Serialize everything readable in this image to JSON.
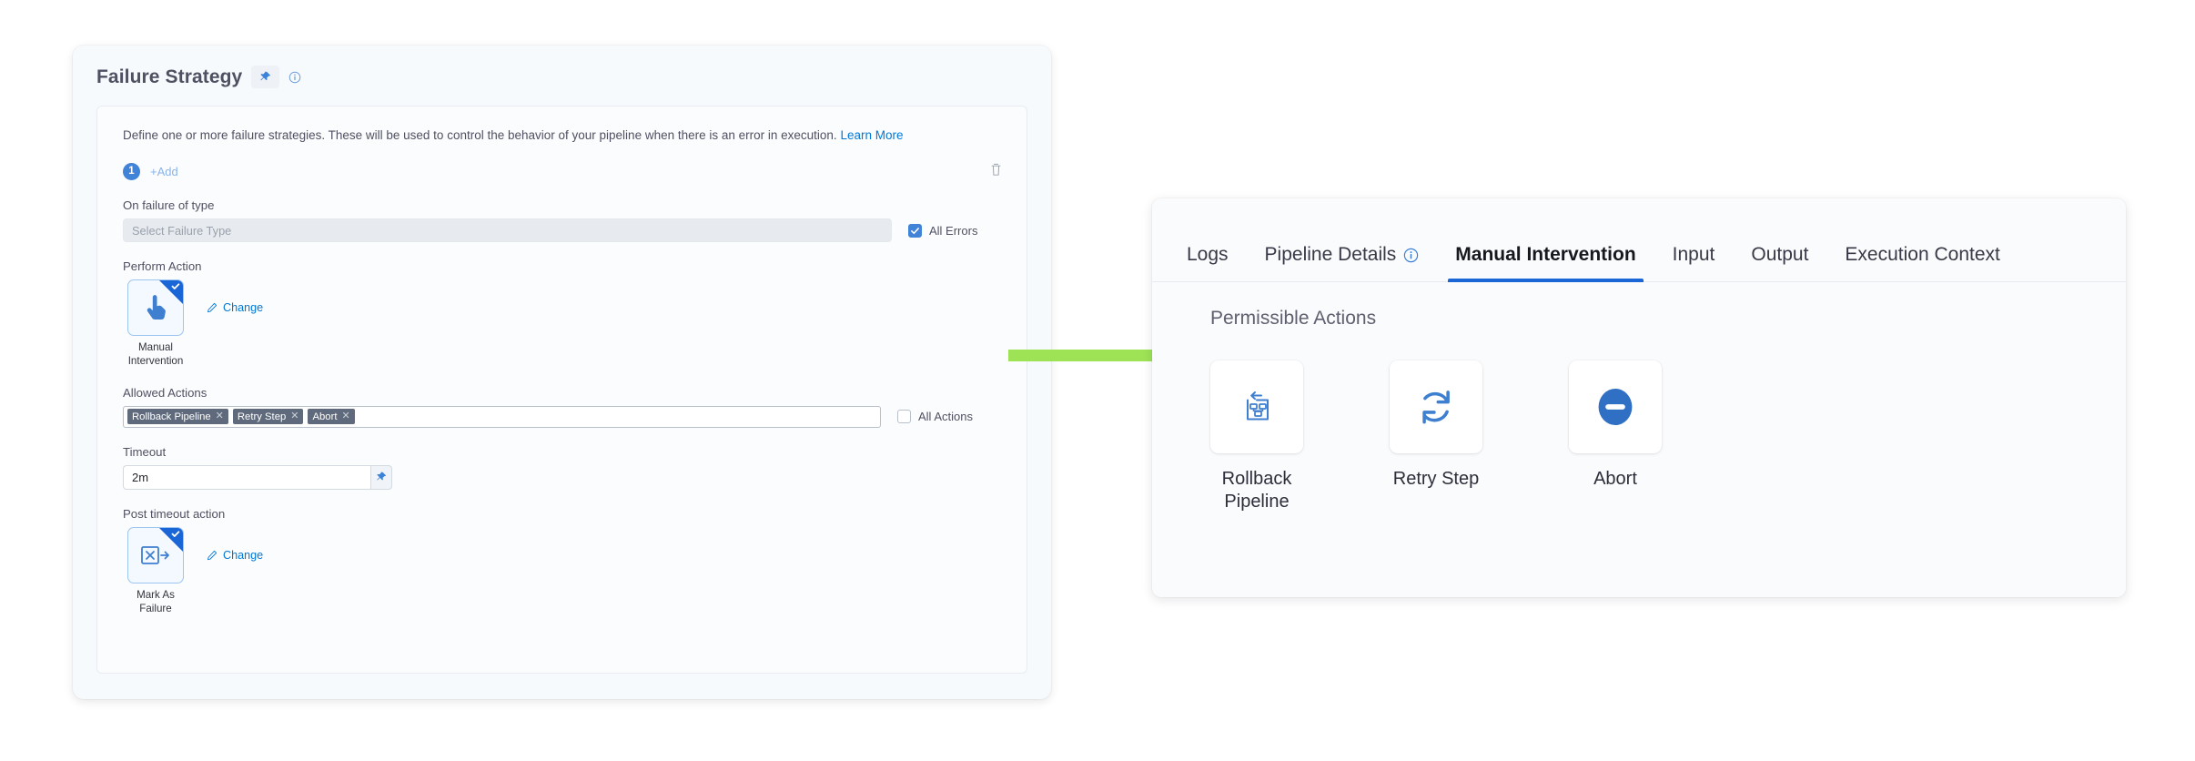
{
  "failure_strategy": {
    "title": "Failure Strategy",
    "pin_icon": "pin-icon",
    "info_icon": "info-circle-icon",
    "description": "Define one or more failure strategies. These will be used to control the behavior of your pipeline when there is an error in execution.",
    "learn_more": "Learn More",
    "strategy_number": "1",
    "add_label": "+Add",
    "delete_icon": "trash-icon",
    "on_failure_label": "On failure of type",
    "failure_type_placeholder": "Select Failure Type",
    "all_errors_label": "All Errors",
    "all_errors_checked": true,
    "perform_action_label": "Perform Action",
    "perform_action_card": {
      "icon": "hand-pointer-icon",
      "caption": "Manual Intervention",
      "selected": true,
      "change_label": "Change",
      "change_icon": "pencil-icon"
    },
    "allowed_actions_label": "Allowed Actions",
    "allowed_actions_tags": [
      "Rollback Pipeline",
      "Retry Step",
      "Abort"
    ],
    "all_actions_label": "All Actions",
    "all_actions_checked": false,
    "timeout_label": "Timeout",
    "timeout_value": "2m",
    "timeout_pin_icon": "pin-icon",
    "post_timeout_label": "Post timeout action",
    "post_timeout_card": {
      "icon": "mark-as-failure-icon",
      "caption": "Mark As Failure",
      "selected": true,
      "change_label": "Change",
      "change_icon": "pencil-icon"
    }
  },
  "connector": {
    "arrow_icon": "green-right-arrow",
    "color": "#9EE356"
  },
  "manual_intervention": {
    "tabs": [
      {
        "label": "Logs",
        "active": false,
        "info_icon": false
      },
      {
        "label": "Pipeline Details",
        "active": false,
        "info_icon": true
      },
      {
        "label": "Manual Intervention",
        "active": true,
        "info_icon": false
      },
      {
        "label": "Input",
        "active": false,
        "info_icon": false
      },
      {
        "label": "Output",
        "active": false,
        "info_icon": false
      },
      {
        "label": "Execution Context",
        "active": false,
        "info_icon": false
      }
    ],
    "section_title": "Permissible Actions",
    "actions": [
      {
        "label": "Rollback Pipeline",
        "icon": "rollback-pipeline-icon"
      },
      {
        "label": "Retry Step",
        "icon": "retry-step-icon"
      },
      {
        "label": "Abort",
        "icon": "abort-icon"
      }
    ],
    "accent_color": "#1a66d6"
  }
}
